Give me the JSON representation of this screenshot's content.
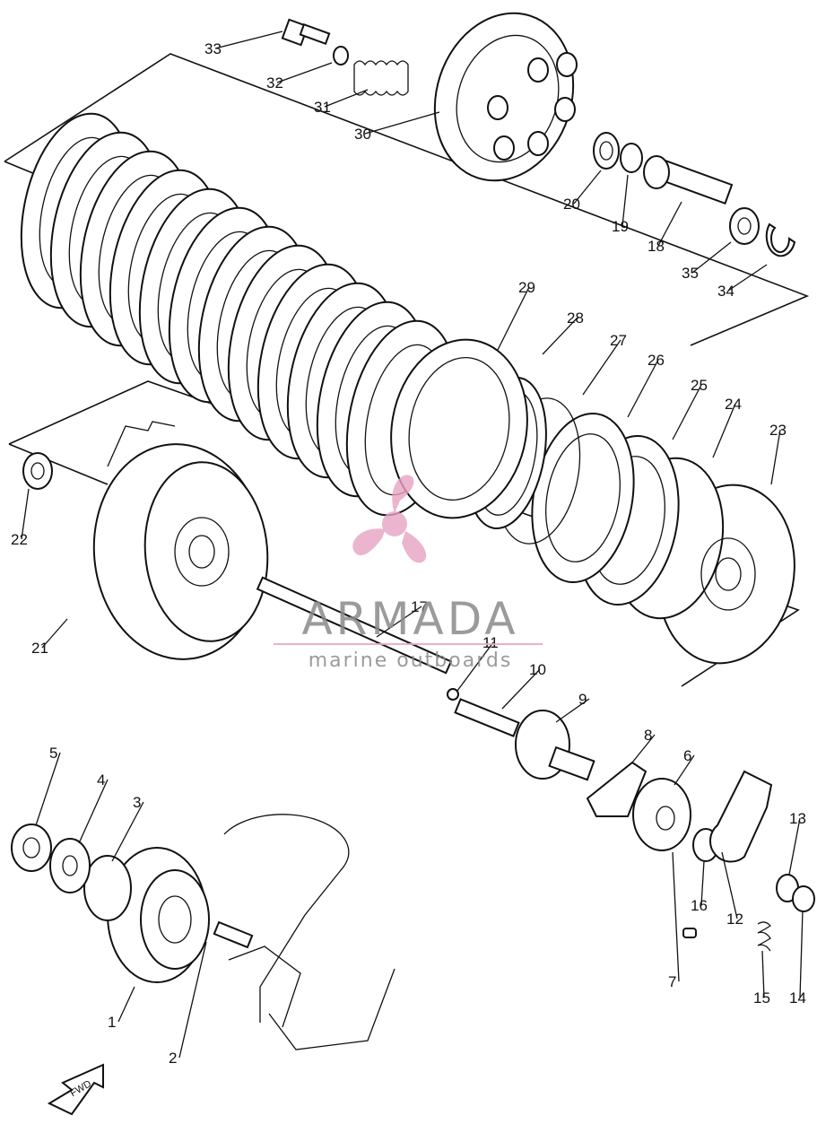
{
  "watermark": {
    "brand": "ARMADA",
    "tagline": "marine outboards",
    "logo_color": "#e8a3c4"
  },
  "fwd_label": "FWD",
  "callouts": [
    "1",
    "2",
    "3",
    "4",
    "5",
    "6",
    "7",
    "8",
    "9",
    "10",
    "11",
    "12",
    "13",
    "14",
    "15",
    "16",
    "17",
    "18",
    "19",
    "20",
    "21",
    "22",
    "23",
    "24",
    "25",
    "26",
    "27",
    "28",
    "29",
    "30",
    "31",
    "32",
    "33",
    "34",
    "35"
  ]
}
